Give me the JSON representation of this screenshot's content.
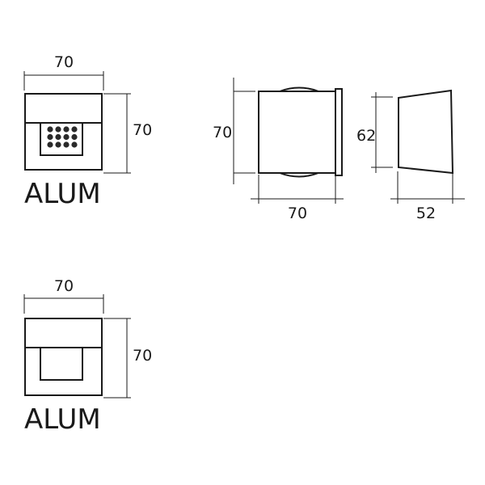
{
  "colors": {
    "line": "#1a1a1a",
    "background": "#ffffff"
  },
  "top_view": {
    "width_label": "70",
    "height_label": "70",
    "material": "ALUM",
    "led_grid": {
      "rows": 3,
      "cols": 4
    }
  },
  "side_view": {
    "height_label": "70",
    "width_label": "70"
  },
  "profile_view": {
    "height_label": "62",
    "depth_label": "52"
  },
  "bottom_view": {
    "width_label": "70",
    "height_label": "70",
    "material": "ALUM"
  }
}
